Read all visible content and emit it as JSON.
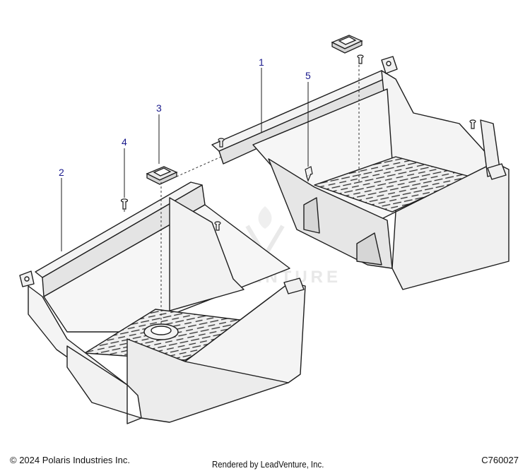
{
  "callouts": [
    {
      "id": "1",
      "label": "1"
    },
    {
      "id": "2",
      "label": "2"
    },
    {
      "id": "3",
      "label": "3"
    },
    {
      "id": "4",
      "label": "4"
    },
    {
      "id": "5",
      "label": "5"
    }
  ],
  "watermark": {
    "text": "LEADVENTURE"
  },
  "footer": {
    "copyright": "© 2024 Polaris Industries Inc.",
    "rendered_by": "Rendered by LeadVenture, Inc.",
    "figure_code": "C760027"
  },
  "colors": {
    "line": "#1e1e1e",
    "surface": "#f3f3f3",
    "surface_dark": "#dcdcdc",
    "callout": "#1a1a8c"
  }
}
